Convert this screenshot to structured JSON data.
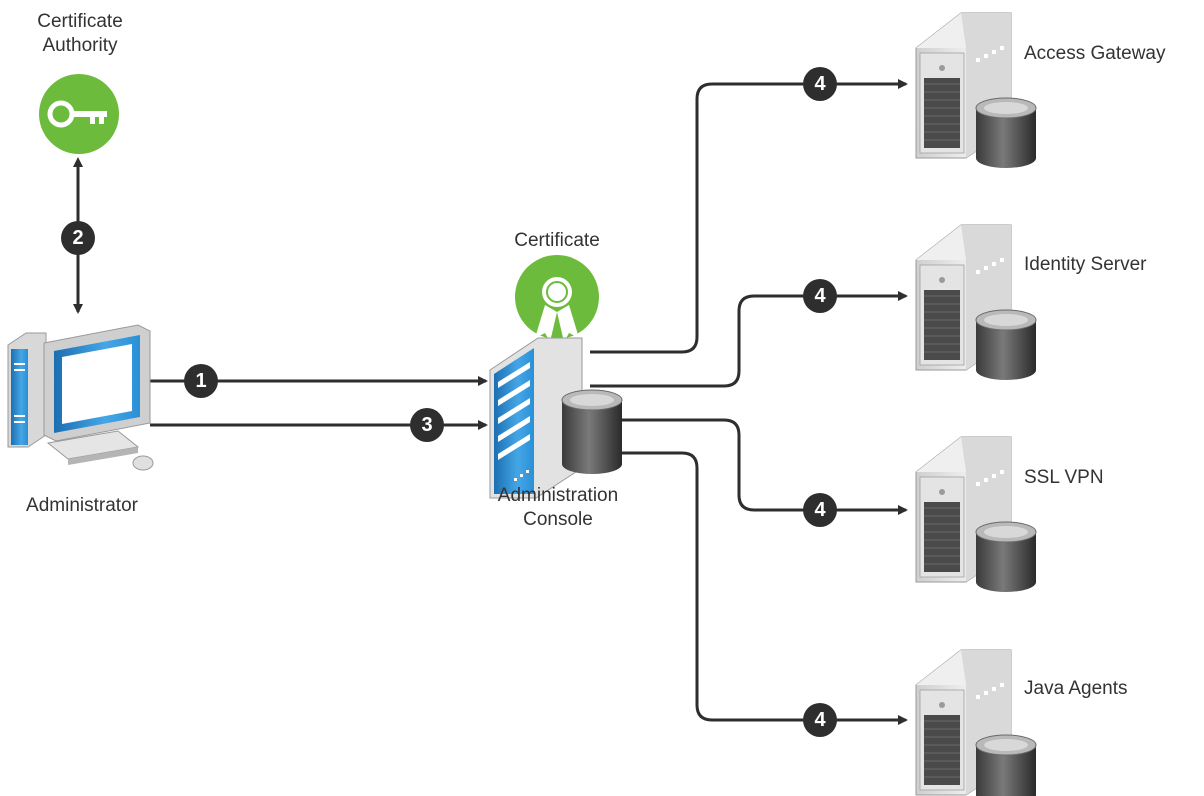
{
  "labels": {
    "ca_line1": "Certificate",
    "ca_line2": "Authority",
    "certificate": "Certificate",
    "administrator": "Administrator",
    "console_line1": "Administration",
    "console_line2": "Console",
    "access_gateway": "Access Gateway",
    "identity_server": "Identity Server",
    "ssl_vpn": "SSL VPN",
    "java_agents": "Java Agents"
  },
  "steps": {
    "s1": "1",
    "s2": "2",
    "s3": "3",
    "s4a": "4",
    "s4b": "4",
    "s4c": "4",
    "s4d": "4"
  },
  "icons": {
    "certificate_authority": "key-icon",
    "certificate": "ribbon-certificate-icon",
    "administrator": "desktop-computer-icon",
    "console": "server-with-database-icon",
    "components": "server-with-database-icon"
  },
  "colors": {
    "green": "#6dbb3c",
    "badge": "#2e2e2e",
    "line": "#2e2e2e",
    "blue": "#2a8fd6"
  }
}
